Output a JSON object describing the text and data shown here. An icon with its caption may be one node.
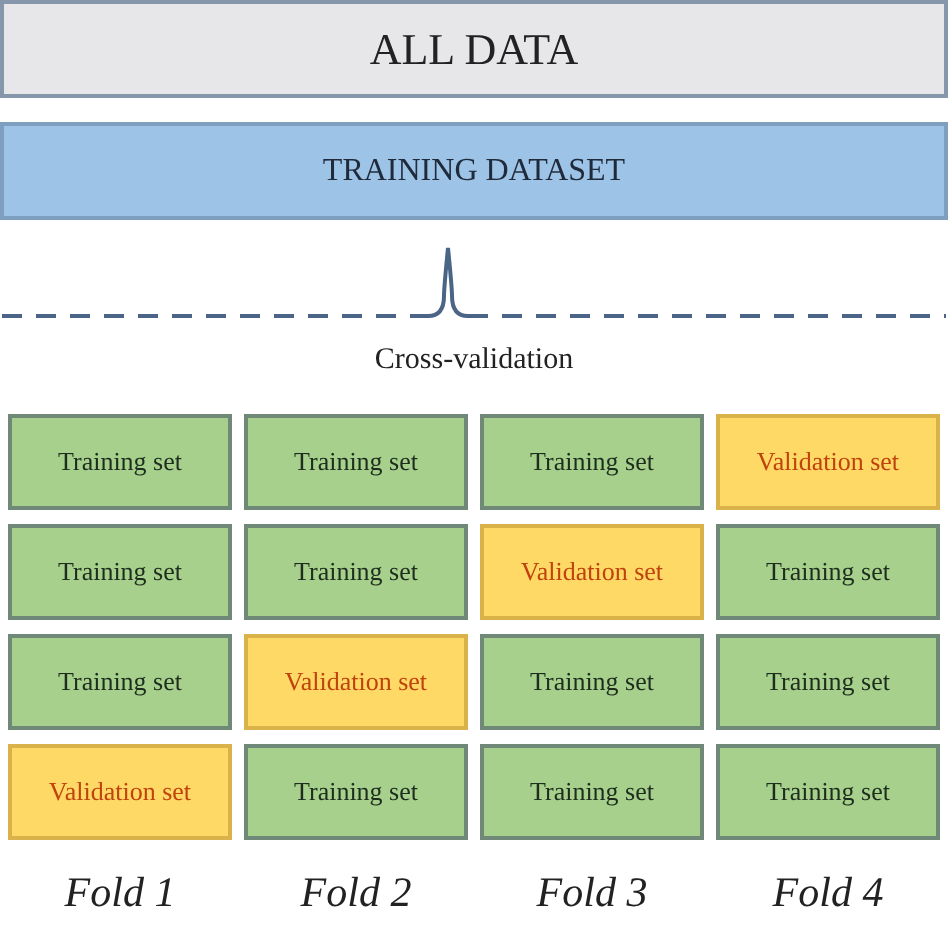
{
  "diagram": {
    "nodes": [
      {
        "text": [
          "ALL DATA"
        ]
      },
      {
        "text": [
          "TRAINING DATASET"
        ]
      },
      {
        "text": [
          "Training set"
        ]
      },
      {
        "text": [
          "Training set"
        ]
      },
      {
        "text": [
          "Training set"
        ]
      },
      {
        "text": [
          "Validation set"
        ]
      },
      {
        "text": [
          "Training set"
        ]
      },
      {
        "text": [
          "Training set"
        ]
      },
      {
        "text": [
          "Validation set"
        ]
      },
      {
        "text": [
          "Training set"
        ]
      },
      {
        "text": [
          "Training set"
        ]
      },
      {
        "text": [
          "Validation set"
        ]
      },
      {
        "text": [
          "Training set"
        ]
      },
      {
        "text": [
          "Training set"
        ]
      },
      {
        "text": [
          "Validation set"
        ]
      },
      {
        "text": [
          "Training set"
        ]
      },
      {
        "text": [
          "Training set"
        ]
      },
      {
        "text": [
          "Training set"
        ]
      }
    ],
    "labels": [
      "Cross-validation",
      "Fold 1",
      "Fold 2",
      "Fold 3",
      "Fold 4"
    ]
  }
}
